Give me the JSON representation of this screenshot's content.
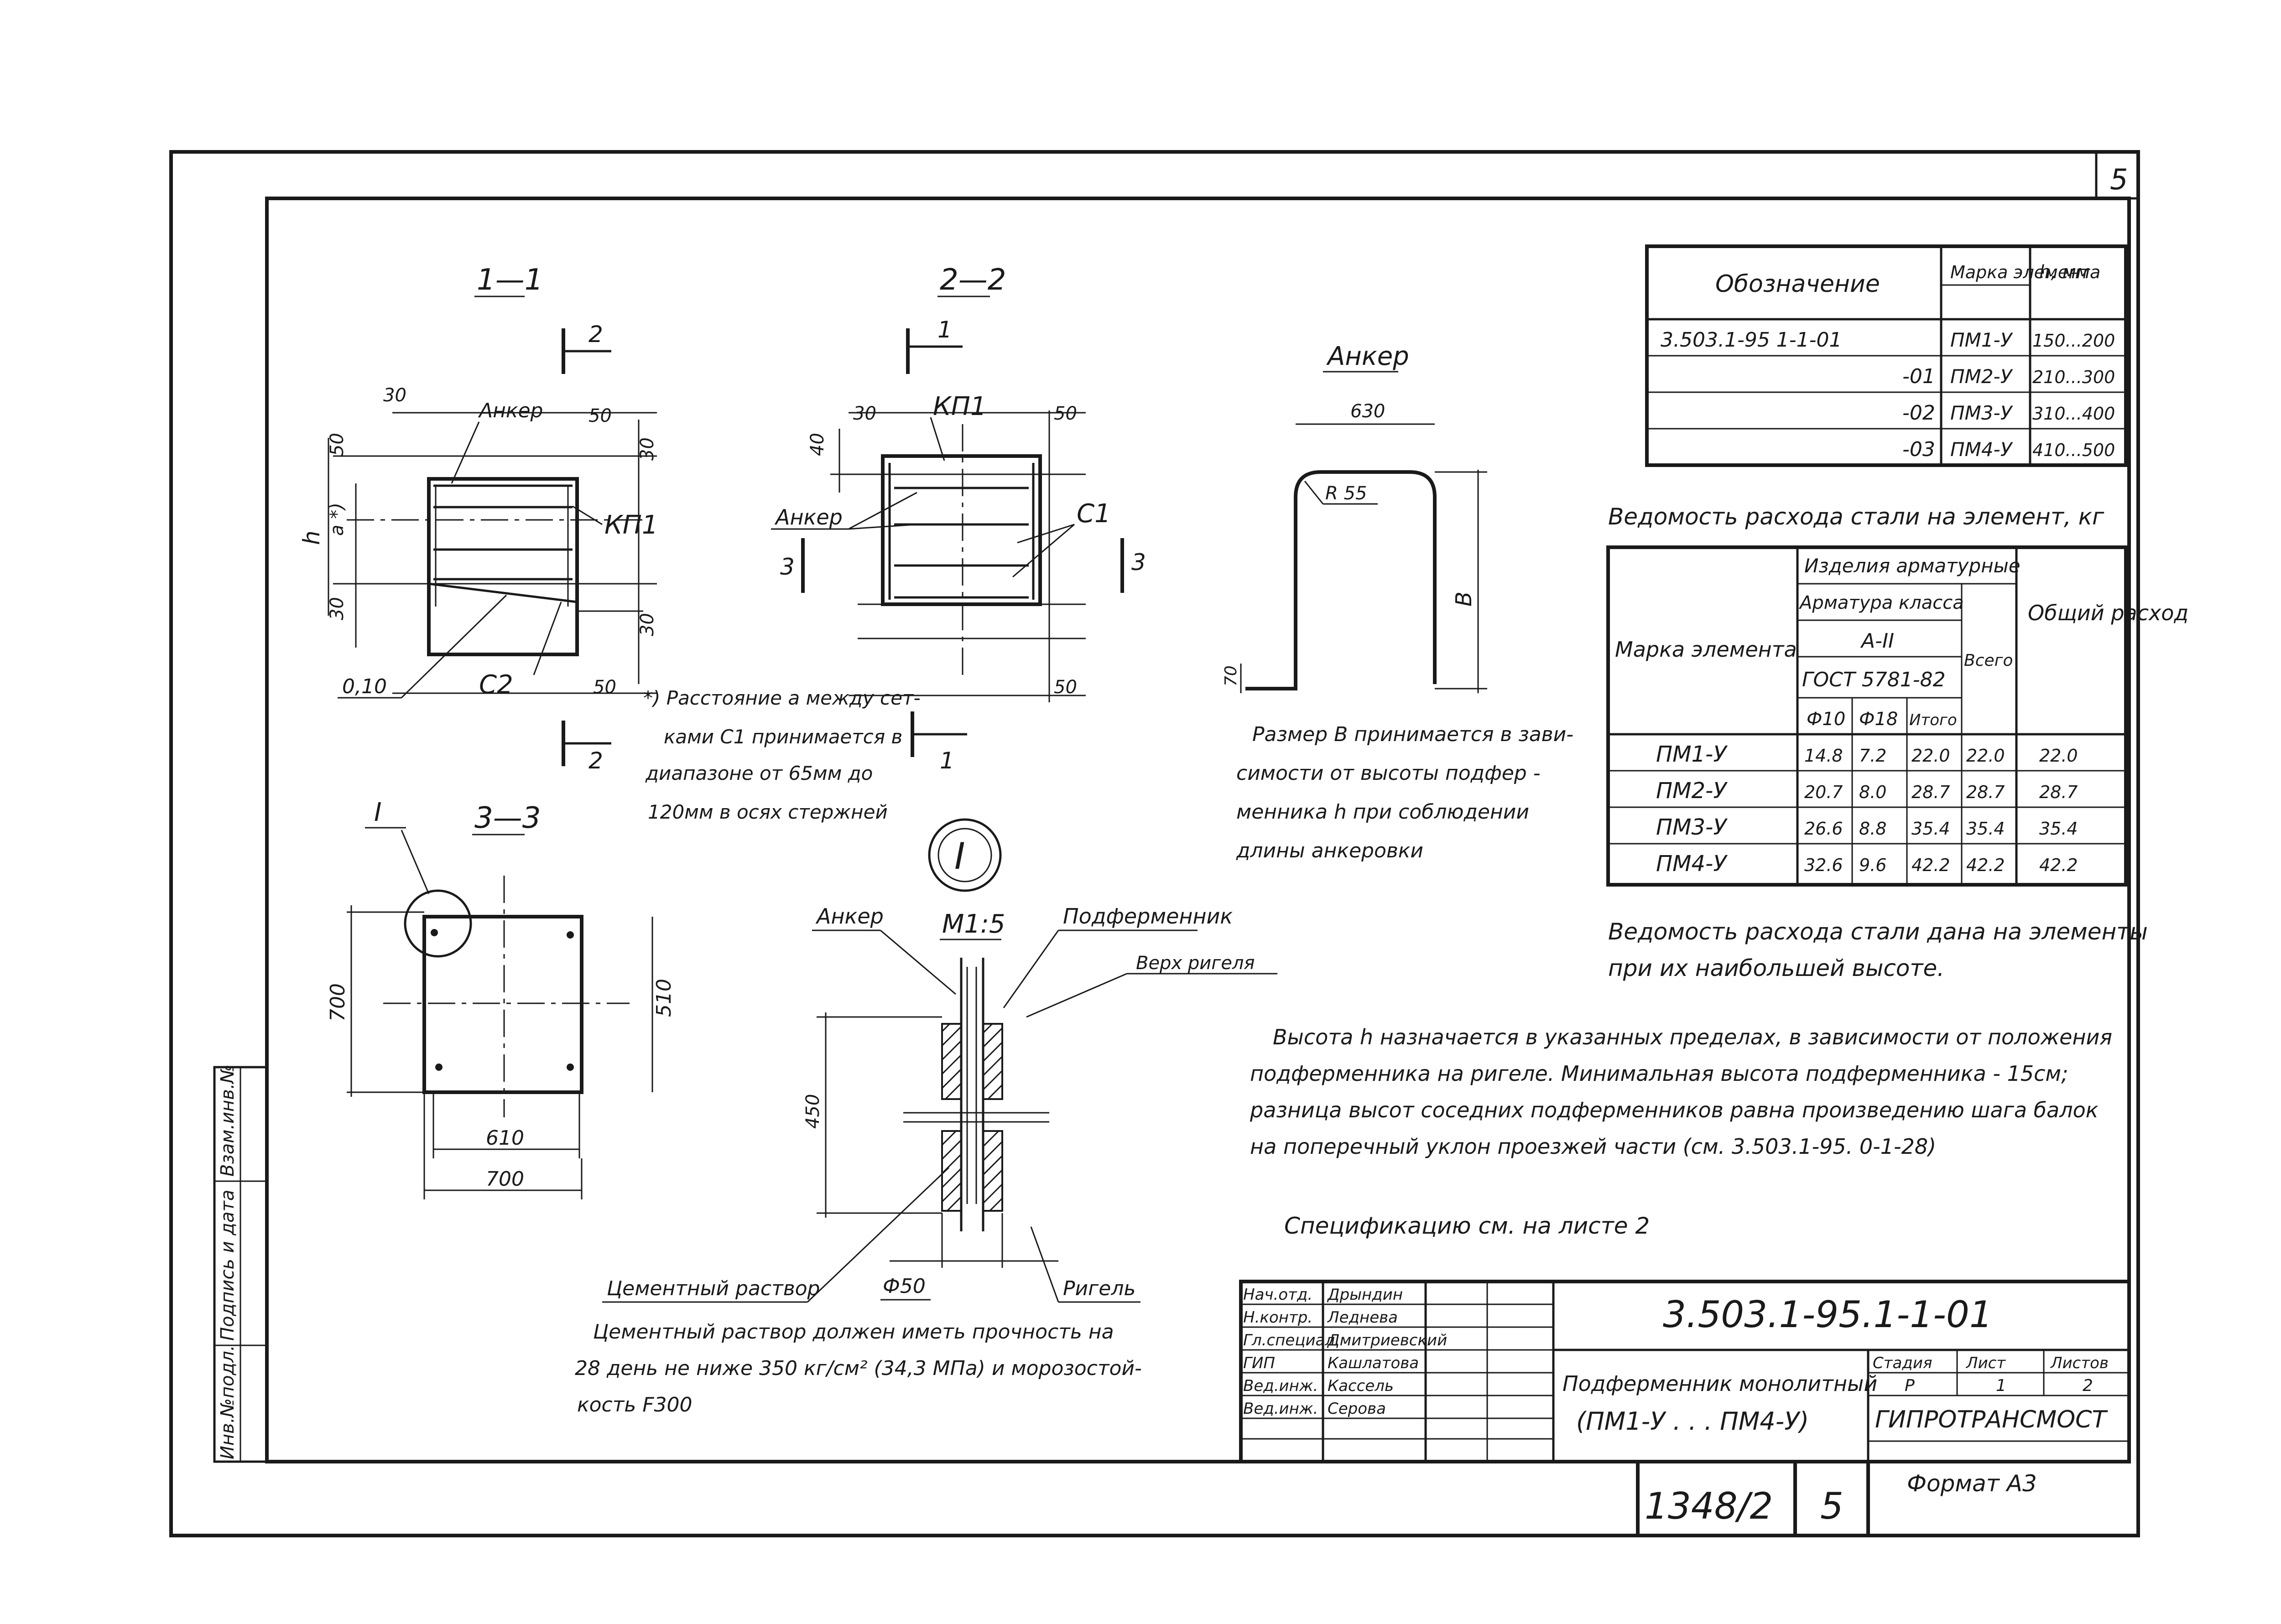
{
  "sheet": {
    "corner_number": "5",
    "bottom_number": "5",
    "archive_number": "1348/2",
    "format": "Формат А3"
  },
  "side_stamp": [
    "Инв.№подл.",
    "Подпись и дата",
    "Взам.инв.№"
  ],
  "section_1_1": {
    "title": "1—1",
    "cut_label": "2",
    "dims": {
      "d30_top": "30",
      "d50_top": "50",
      "d50_right": "50",
      "d30_left": "30",
      "d30_right": "30",
      "d50_left": "50",
      "d30_bottom": "30",
      "d50_bottom": "50",
      "h": "h",
      "a": "a *)"
    },
    "labels": {
      "anchor": "Анкер",
      "kp1": "КП1",
      "c2": "С2",
      "slope": "0,10"
    }
  },
  "section_2_2": {
    "title": "2—2",
    "cut_label": "1",
    "dims": {
      "d30": "30",
      "d50": "50",
      "d40": "40",
      "d50_bottom": "50"
    },
    "labels": {
      "kp1": "КП1",
      "anchor": "Анкер",
      "c1": "С1",
      "cut3": "3"
    }
  },
  "footnote": [
    "*) Расстояние a между сет-",
    "ками С1 принимается в",
    "диапазоне от 65мм до",
    "120мм в осях стержней"
  ],
  "anchor_detail": {
    "title": "Анкер",
    "d630": "630",
    "r55": "R 55",
    "b": "В",
    "d70": "70",
    "note": [
      "Размер В принимается в зави-",
      "симости от высоты подфер -",
      "менника h при соблюдении",
      "длины анкеровки"
    ]
  },
  "section_3_3": {
    "title": "3—3",
    "node": "I",
    "d700_side": "700",
    "d510": "510",
    "d610": "610",
    "d700_bottom": "700"
  },
  "node_detail": {
    "circle": "I",
    "scale": "М1:5",
    "anchor": "Анкер",
    "podfermennik": "Подферменник",
    "top_rigel": "Верх ригеля",
    "d450": "450",
    "phi50": "Ф50",
    "cement": "Цементный раствор",
    "rigel": "Ригель"
  },
  "cement_note": [
    "Цементный раствор должен иметь прочность   на",
    "28 день не ниже 350 кг/см² (34,3 МПа) и морозостой-",
    "кость F300"
  ],
  "designation_table": {
    "headers": [
      "Обозначение",
      "Марка элемента",
      "h, мм"
    ],
    "rows": [
      [
        "3.503.1-95 1-1-01",
        "ПМ1-У",
        "150...200"
      ],
      [
        "-01",
        "ПМ2-У",
        "210...300"
      ],
      [
        "-02",
        "ПМ3-У",
        "310...400"
      ],
      [
        "-03",
        "ПМ4-У",
        "410...500"
      ]
    ]
  },
  "steel_table": {
    "caption": "Ведомость расхода стали на элемент,   кг",
    "h_mark": "Марка  элемента",
    "h_items": "Изделия арматурные",
    "h_class": "Арматура класса",
    "h_a2": "А-II",
    "h_gost": "ГОСТ 5781-82",
    "h_total": "Всего",
    "h_common": "Общий расход",
    "h_f10": "Ф10",
    "h_f18": "Ф18",
    "h_itogo": "Итого",
    "rows": [
      [
        "ПМ1-У",
        "14.8",
        "7.2",
        "22.0",
        "22.0",
        "22.0"
      ],
      [
        "ПМ2-У",
        "20.7",
        "8.0",
        "28.7",
        "28.7",
        "28.7"
      ],
      [
        "ПМ3-У",
        "26.6",
        "8.8",
        "35.4",
        "35.4",
        "35.4"
      ],
      [
        "ПМ4-У",
        "32.6",
        "9.6",
        "42.2",
        "42.2",
        "42.2"
      ]
    ]
  },
  "notes": {
    "steel_note": [
      "Ведомость расхода стали дана на элементы",
      "при их наибольшей высоте."
    ],
    "height_note": [
      "Высота h назначается в указанных пределах, в зависимости от положения",
      "подферменника на ригеле. Минимальная высота подферменника - 15см;",
      "разница высот соседних подферменников равна произведению шага балок",
      "на поперечный уклон проезжей части  (см. 3.503.1-95. 0-1-28)"
    ],
    "spec_note": "Спецификацию см. на листе 2"
  },
  "title_block": {
    "people": [
      [
        "Нач.отд.",
        "Дрындин"
      ],
      [
        "Н.контр.",
        "Леднева"
      ],
      [
        "Гл.специал.",
        "Дмитриевский"
      ],
      [
        "ГИП",
        "Кашлатова"
      ],
      [
        "Вед.инж.",
        "Кассель"
      ],
      [
        "Вед.инж.",
        "Серова"
      ]
    ],
    "doc_code": "3.503.1-95.1-1-01",
    "name": [
      "Подферменник  монолитный",
      "(ПМ1-У . . .  ПМ4-У)"
    ],
    "stage_h": "Стадия",
    "sheet_h": "Лист",
    "sheets_h": "Листов",
    "stage": "Р",
    "sheet": "1",
    "sheets": "2",
    "org": "ГИПРОТРАНСМОСТ"
  }
}
